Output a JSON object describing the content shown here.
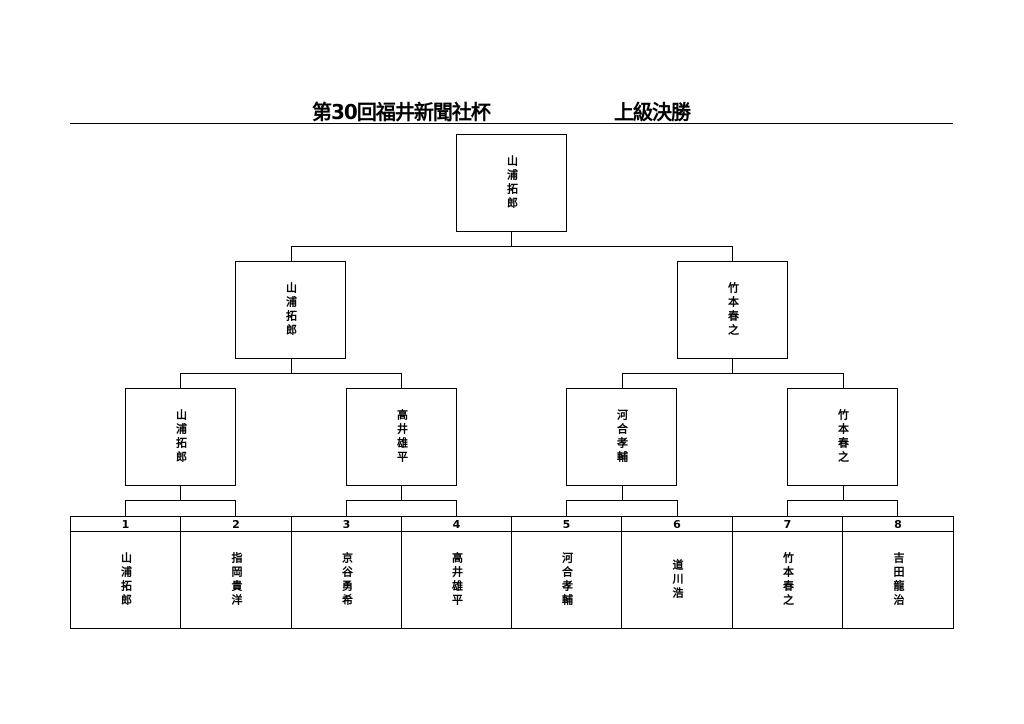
{
  "title": {
    "event": "第30回福井新聞社杯",
    "division": "上級決勝"
  },
  "champion": "山浦拓郎",
  "semifinal": [
    "山浦拓郎",
    "竹本春之"
  ],
  "quarterfinal": [
    "山浦拓郎",
    "高井雄平",
    "河合孝輔",
    "竹本春之"
  ],
  "entrants": [
    {
      "seed": "1",
      "name": "山浦拓郎"
    },
    {
      "seed": "2",
      "name": "指岡貴洋"
    },
    {
      "seed": "3",
      "name": "京谷勇希"
    },
    {
      "seed": "4",
      "name": "高井雄平"
    },
    {
      "seed": "5",
      "name": "河合孝輔"
    },
    {
      "seed": "6",
      "name": "道川浩"
    },
    {
      "seed": "7",
      "name": "竹本春之"
    },
    {
      "seed": "8",
      "name": "吉田龍治"
    }
  ]
}
